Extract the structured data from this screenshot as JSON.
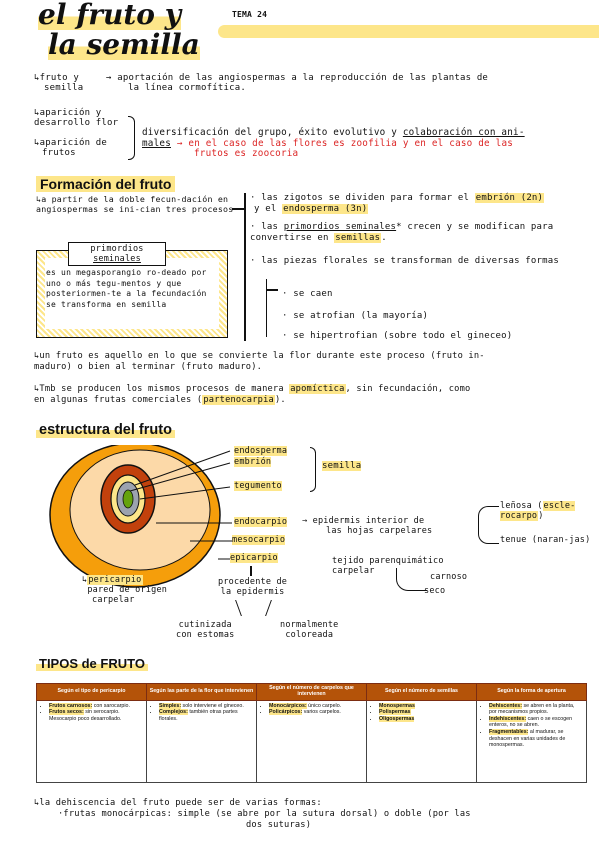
{
  "header": {
    "title_line1": "el fruto y",
    "title_line2": "la semilla",
    "tema": "TEMA 24"
  },
  "intro": {
    "line1_left": "↳fruto y",
    "line1_left2": "semilla",
    "line1_right": "→ aportación de las angiospermas a la reproducción de las plantas de",
    "line1_right2": "la línea cormofítica.",
    "aparicion_flor": "↳aparición y",
    "aparicion_flor2": "desarrollo flor",
    "aparicion_frutos": "↳aparición de",
    "aparicion_frutos2": "frutos",
    "div_line1": "diversificación del grupo, éxito evolutivo y ",
    "div_colab": "colaboración con ani-",
    "div_line2_a": "males",
    "div_line2_b": " → en el caso de las flores es zoofilia y en el caso de las",
    "div_line3": "frutos es zoocoria"
  },
  "formacion": {
    "title": "Formación del fruto",
    "left_text": "↳a partir de la doble fecun-dación en angiospermas se ini-cian tres procesos",
    "box_label_1": "primordios",
    "box_label_2": "seminales",
    "box_text": "es un megasporangio ro-deado por uno o más tegu-mentos y que posteriormen-te a la fecundación se transforma en semilla",
    "p1_a": "· las zigotos se dividen para formar el ",
    "p1_hl": "embrión (2n)",
    "p1_b": "y el ",
    "p1_hl2": "endosperma (3n)",
    "p2_a": "· las ",
    "p2_u": "primordios seminales",
    "p2_b": "* crecen y se modifican para convertirse en ",
    "p2_hl": "semillas",
    "p3": "· las piezas florales se transforman de diversas formas",
    "p3_a": "· se caen",
    "p3_b": "· se atrofian (la mayoría)",
    "p3_c": "· se hipertrofian (sobre todo el gineceo)",
    "def_a": "↳un fruto es aquello en lo que se convierte la flor durante este proceso (fruto in-",
    "def_b": "maduro) o bien al terminar (fruto maduro).",
    "apo_a": "↳Tmb se producen los mismos procesos de manera ",
    "apo_hl": "apomíctica",
    "apo_b": ", sin fecundación, como",
    "apo_c": "en algunas frutas comerciales (",
    "apo_hl2": "partenocarpia",
    "apo_d": ")."
  },
  "estructura": {
    "title": "estructura del fruto",
    "endosperma": "endosperma",
    "embrion": "embrión",
    "tegumento": "tegumento",
    "semilla": "semilla",
    "endocarpio": "endocarpio",
    "endo_desc": "→ epidermis interior de",
    "endo_desc2": "las hojas carpelares",
    "lenosa": "leñosa (",
    "lenosa_hl": "escle-rocarpo",
    "lenosa_end": ")",
    "tenue": "tenue (naran-jas)",
    "mesocarpio": "mesocarpio",
    "meso_desc": "tejido parenquimático",
    "meso_desc2": "carpelar",
    "carnoso": "carnoso",
    "seco": "seco",
    "epicarpio": "epicarpio",
    "epi_desc": "procedente de",
    "epi_desc2": "la epidermis",
    "cutinizada": "cutinizada",
    "cutinizada2": "con estomas",
    "normalmente": "normalmente",
    "normalmente2": "coloreada",
    "pericarpio": "pericarpio",
    "peri_desc": "pared de origen",
    "peri_desc2": "carpelar"
  },
  "tipos": {
    "title": "TIPOS de FRUTO",
    "headers": [
      "Según el tipo de pericarpio",
      "Según las parte de la flor que intervienen",
      "Según el número de carpelos que intervienen",
      "Según el número de semillas",
      "Según la forma de apertura"
    ],
    "c1_1_t": "Frutos carnosos:",
    "c1_1_d": " con sarocarpio.",
    "c1_2_t": "Frutos secos:",
    "c1_2_d": " sin serocarpio. Mesocarpio poco desarrollado.",
    "c2_1_t": "Simples:",
    "c2_1_d": " solo interviene el gineceo.",
    "c2_2_t": "Complejos:",
    "c2_2_d": " también otras partes florales.",
    "c3_1_t": "Monocárpicos:",
    "c3_1_d": " único carpelo.",
    "c3_2_t": "Policárpicos:",
    "c3_2_d": " varios carpelos.",
    "c4_1": "Monospermas",
    "c4_2": "Polispermas",
    "c4_3": "Oligospermas",
    "c5_1_t": "Dehiscentes:",
    "c5_1_d": " se abren en la planta, por mecanismos propios.",
    "c5_2_t": "Indehiscentes:",
    "c5_2_d": " caen o se escogen enteros, no se abren.",
    "c5_3_t": "Fragmentables:",
    "c5_3_d": " al madurar, se deshacen en varias unidades de monospermas."
  },
  "footer": {
    "line1": "↳la dehiscencia del fruto puede ser de varias formas:",
    "line2": "·frutas monocárpicas: simple (se abre por la sutura dorsal) o doble (por las",
    "line3": "dos suturas)"
  },
  "colors": {
    "highlight": "#fde68a",
    "accent_red": "#dc2626",
    "table_header": "#b45309",
    "fruit_orange": "#f59e0b"
  }
}
